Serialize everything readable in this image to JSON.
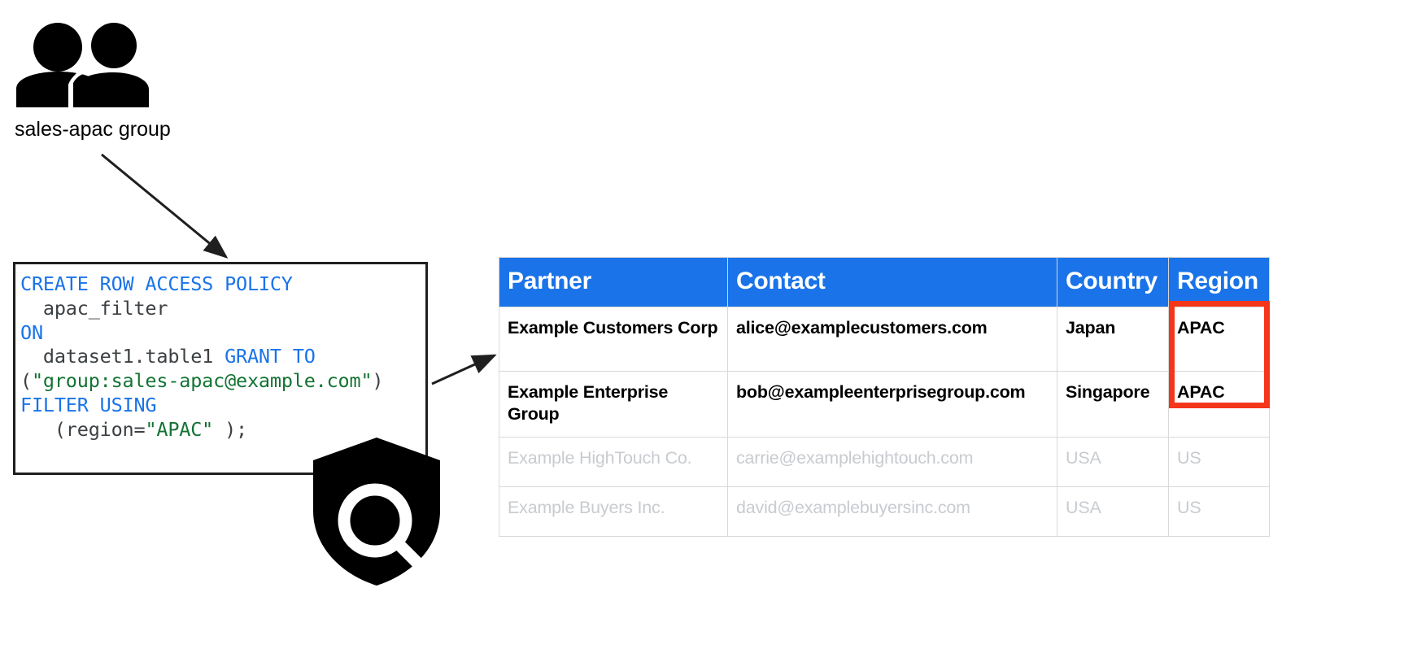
{
  "diagram": {
    "group_node": {
      "icon": "people-group-icon",
      "label": "sales-apac group"
    },
    "shield_node": {
      "icon": "shield-search-icon"
    },
    "connectors": [
      {
        "name": "group-to-policy-arrow",
        "from": "sales-apac group",
        "to": "code box"
      },
      {
        "name": "policy-to-table-arrow",
        "from": "code box",
        "to": "partner table"
      }
    ]
  },
  "code_block": {
    "name": "create-row-access-policy-sql",
    "language": "sql",
    "full_text": "CREATE ROW ACCESS POLICY\n  apac_filter\nON\n  dataset1.table1 GRANT TO\n(\"group:sales-apac@example.com\")\nFILTER USING\n   (region=\"APAC\" );",
    "lines": [
      {
        "tokens": [
          {
            "t": "CREATE ROW ACCESS POLICY",
            "c": "kw"
          }
        ]
      },
      {
        "tokens": [
          {
            "t": "  apac_filter",
            "c": "plain"
          }
        ]
      },
      {
        "tokens": [
          {
            "t": "ON",
            "c": "kw"
          }
        ]
      },
      {
        "tokens": [
          {
            "t": "  dataset1.table1 ",
            "c": "plain"
          },
          {
            "t": "GRANT TO",
            "c": "kw"
          }
        ]
      },
      {
        "tokens": [
          {
            "t": "(",
            "c": "plain"
          },
          {
            "t": "\"group:sales-apac@example.com\"",
            "c": "str"
          },
          {
            "t": ")",
            "c": "plain"
          }
        ]
      },
      {
        "tokens": [
          {
            "t": "FILTER USING",
            "c": "kw"
          }
        ]
      },
      {
        "tokens": [
          {
            "t": "   (region=",
            "c": "plain"
          },
          {
            "t": "\"APAC\"",
            "c": "str"
          },
          {
            "t": " );",
            "c": "plain"
          }
        ]
      }
    ]
  },
  "table": {
    "name": "partner-table",
    "columns": [
      "Partner",
      "Contact",
      "Country",
      "Region"
    ],
    "rows": [
      {
        "state": "visible",
        "cells": [
          "Example Customers Corp",
          "alice@examplecustomers.com",
          "Japan",
          "APAC"
        ]
      },
      {
        "state": "visible",
        "cells": [
          "Example Enterprise Group",
          "bob@exampleenterprisegroup.com",
          "Singapore",
          "APAC"
        ]
      },
      {
        "state": "filtered-out",
        "cells": [
          "Example HighTouch Co.",
          "carrie@examplehightouch.com",
          "USA",
          "US"
        ]
      },
      {
        "state": "filtered-out",
        "cells": [
          "Example Buyers Inc.",
          "david@examplebuyersinc.com",
          "USA",
          "US"
        ]
      }
    ],
    "highlight": {
      "name": "region-apac-highlight",
      "covers": [
        "APAC",
        "APAC"
      ],
      "color": "#f4361b"
    }
  },
  "colors": {
    "header_blue": "#1a73e8",
    "keyword_blue": "#1a73e8",
    "string_green": "#137333",
    "highlight_red": "#f4361b",
    "muted_gray": "#c8cbd0",
    "code_text": "#3c4043",
    "border_black": "#1f1f1f"
  }
}
